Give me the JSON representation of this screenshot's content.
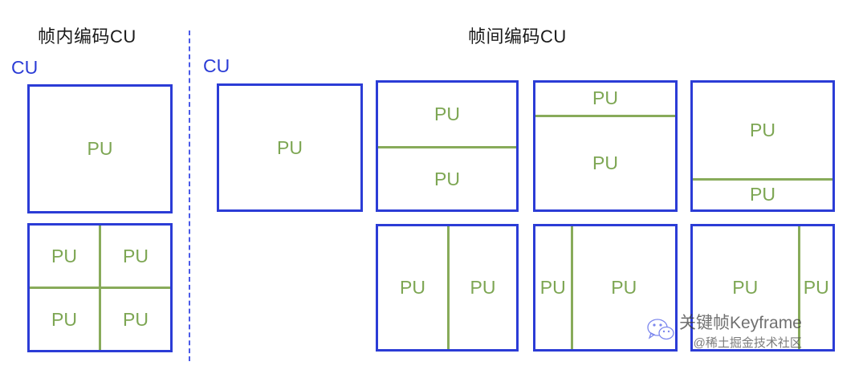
{
  "sections": {
    "intra": {
      "title": "帧内编码CU",
      "cu_label": "CU",
      "blocks": [
        {
          "name": "2Nx2N",
          "cells": [
            {
              "label": "PU"
            }
          ]
        },
        {
          "name": "NxN",
          "cells": [
            {
              "label": "PU"
            },
            {
              "label": "PU"
            },
            {
              "label": "PU"
            },
            {
              "label": "PU"
            }
          ]
        }
      ]
    },
    "inter": {
      "title": "帧间编码CU",
      "cu_label": "CU",
      "blocks": [
        {
          "name": "2Nx2N",
          "cells": [
            {
              "label": "PU"
            }
          ]
        },
        {
          "name": "2NxN",
          "cells": [
            {
              "label": "PU"
            },
            {
              "label": "PU"
            }
          ]
        },
        {
          "name": "2NxnU",
          "cells": [
            {
              "label": "PU"
            },
            {
              "label": "PU"
            }
          ]
        },
        {
          "name": "2NxnD",
          "cells": [
            {
              "label": "PU"
            },
            {
              "label": "PU"
            }
          ]
        },
        {
          "name": "Nx2N",
          "cells": [
            {
              "label": "PU"
            },
            {
              "label": "PU"
            }
          ]
        },
        {
          "name": "nLx2N",
          "cells": [
            {
              "label": "PU"
            },
            {
              "label": "PU"
            }
          ]
        },
        {
          "name": "nRx2N",
          "cells": [
            {
              "label": "PU"
            },
            {
              "label": "PU"
            }
          ]
        }
      ]
    }
  },
  "watermark": {
    "icon": "wechat-logo-icon",
    "main_text": "关键帧Keyframe",
    "sub_text": "@稀土掘金技术社区"
  },
  "colors": {
    "cu_border": "#2b3cd6",
    "pu_line": "#88ab5a",
    "pu_text": "#7da653",
    "title_text": "#1a1a1a",
    "background": "#ffffff"
  }
}
